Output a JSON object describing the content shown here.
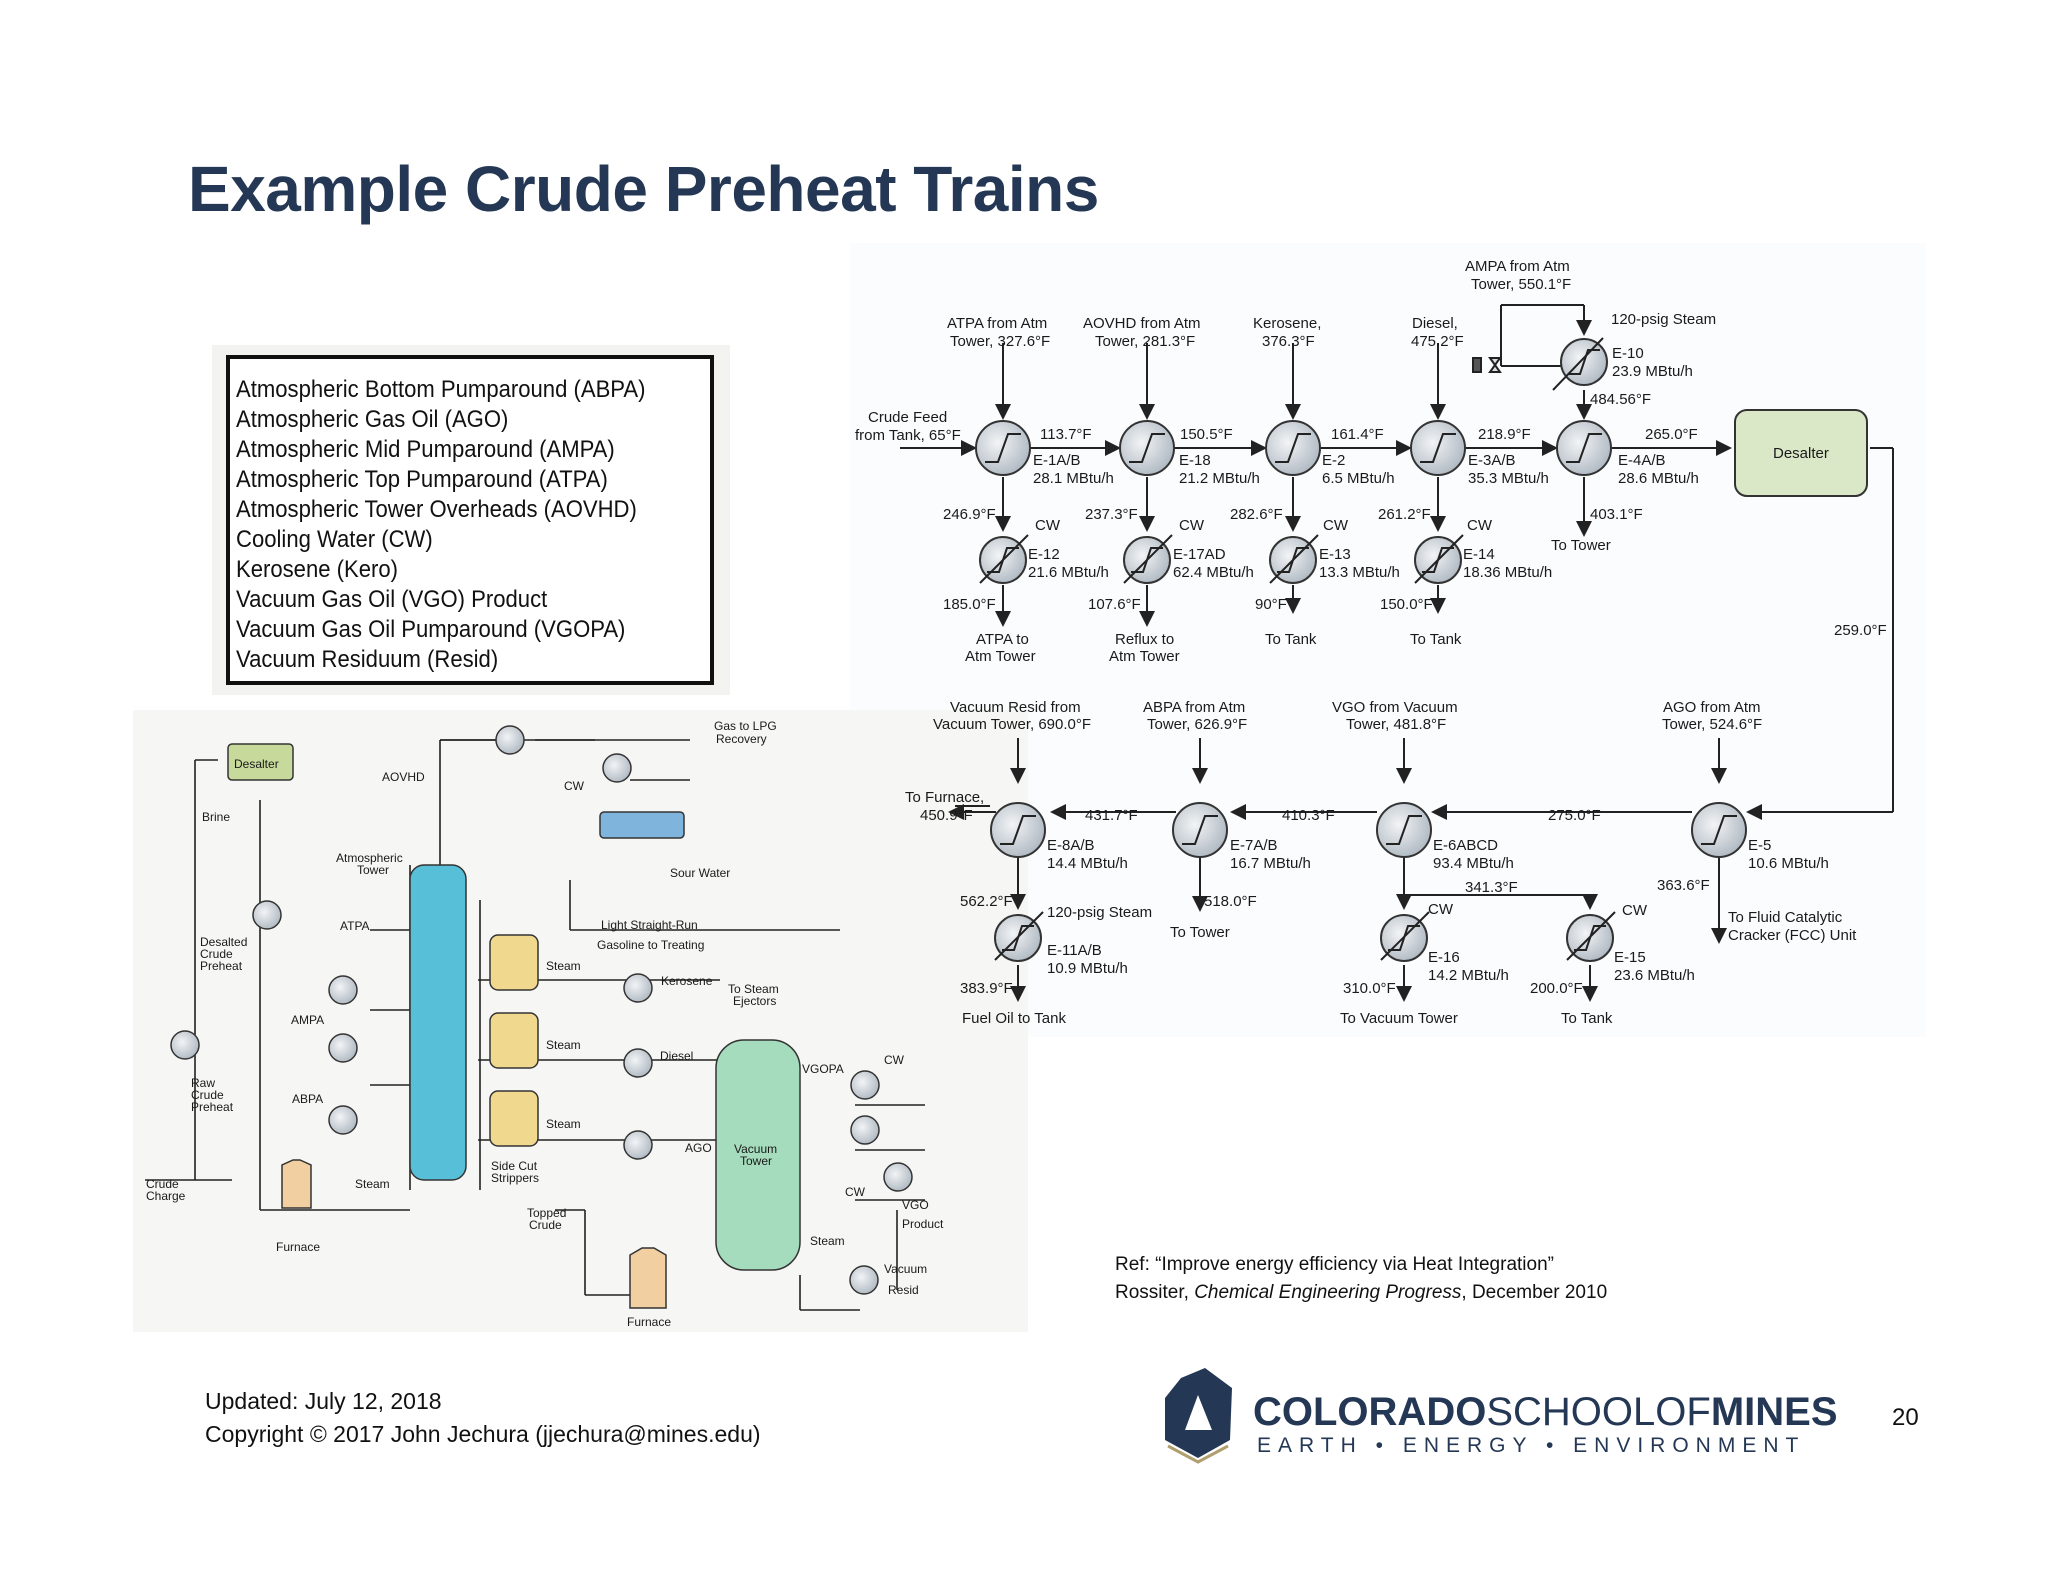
{
  "slide": {
    "title": "Example Crude Preheat Trains",
    "page_number": "20"
  },
  "legend": [
    "Atmospheric Bottom Pumparound (ABPA)",
    "Atmospheric Gas Oil (AGO)",
    "Atmospheric Mid Pumparound (AMPA)",
    "Atmospheric Top Pumparound (ATPA)",
    "Atmospheric Tower Overheads (AOVHD)",
    "Cooling Water (CW)",
    "Kerosene (Kero)",
    "Vacuum Gas Oil (VGO) Product",
    "Vacuum Gas Oil Pumparound (VGOPA)",
    "Vacuum Residuum (Resid)"
  ],
  "main": {
    "streams_top": [
      "ATPA from Atm",
      "Tower, 327.6°F",
      "AOVHD from Atm",
      "Tower, 281.3°F",
      "Kerosene,",
      "376.3°F",
      "Diesel,",
      "475.2°F",
      "AMPA from Atm",
      "Tower, 550.1°F",
      "120-psig Steam"
    ],
    "crude_feed": [
      "Crude Feed",
      "from Tank, 65°F"
    ],
    "exchangers_top": [
      {
        "name": "E-1A/B",
        "duty": "28.1 MBtu/h",
        "out": "113.7°F",
        "bottom": "246.9°F"
      },
      {
        "name": "E-18",
        "duty": "21.2 MBtu/h",
        "out": "150.5°F",
        "bottom": "237.3°F"
      },
      {
        "name": "E-2",
        "duty": "6.5 MBtu/h",
        "out": "161.4°F",
        "bottom": "282.6°F"
      },
      {
        "name": "E-3A/B",
        "duty": "35.3 MBtu/h",
        "out": "218.9°F",
        "bottom": "261.2°F"
      },
      {
        "name": "E-4A/B",
        "duty": "28.6 MBtu/h",
        "out": "265.0°F",
        "bottom": "403.1°F"
      }
    ],
    "e10": {
      "name": "E-10",
      "duty": "23.9 MBtu/h",
      "temp": "484.56°F"
    },
    "desalter": "Desalter",
    "to_tower": "To Tower",
    "coolers_top": [
      {
        "name": "E-12",
        "duty": "21.6 MBtu/h",
        "out": "185.0°F",
        "dest": [
          "ATPA to",
          "Atm Tower"
        ]
      },
      {
        "name": "E-17AD",
        "duty": "62.4 MBtu/h",
        "out": "107.6°F",
        "dest": [
          "Reflux to",
          "Atm Tower"
        ]
      },
      {
        "name": "E-13",
        "duty": "13.3 MBtu/h",
        "out": "90°F",
        "dest": [
          "To Tank"
        ]
      },
      {
        "name": "E-14",
        "duty": "18.36 MBtu/h",
        "out": "150.0°F",
        "dest": [
          "To Tank"
        ]
      }
    ],
    "cw": "CW",
    "temp_259": "259.0°F",
    "streams_bottom": [
      "Vacuum Resid from",
      "Vacuum Tower, 690.0°F",
      "ABPA from Atm",
      "Tower, 626.9°F",
      "VGO from Vacuum",
      "Tower, 481.8°F",
      "AGO from Atm",
      "Tower, 524.6°F"
    ],
    "to_furnace": [
      "To Furnace,",
      "450.9°F"
    ],
    "exchangers_bottom": [
      {
        "name": "E-8A/B",
        "duty": "14.4 MBtu/h",
        "in": "431.7°F",
        "bottom": "562.2°F"
      },
      {
        "name": "E-7A/B",
        "duty": "16.7 MBtu/h",
        "in": "410.3°F",
        "bottom": "518.0°F"
      },
      {
        "name": "E-6ABCD",
        "duty": "93.4 MBtu/h",
        "in": "275.0°F",
        "bottom": "341.3°F"
      },
      {
        "name": "E-5",
        "duty": "10.6 MBtu/h",
        "bottom": "363.6°F"
      }
    ],
    "e11": {
      "name": "E-11A/B",
      "duty": "10.9 MBtu/h",
      "steam": "120-psig Steam",
      "out": "383.9°F",
      "dest": "Fuel Oil to Tank"
    },
    "e16": {
      "name": "E-16",
      "duty": "14.2 MBtu/h",
      "out": "310.0°F",
      "dest": "To Vacuum Tower"
    },
    "e15": {
      "name": "E-15",
      "duty": "23.6 MBtu/h",
      "out": "200.0°F",
      "dest": "To Tank"
    },
    "to_tower_2": "To Tower",
    "to_fcc": [
      "To Fluid Catalytic",
      "Cracker (FCC) Unit"
    ]
  },
  "pfd": {
    "labels": [
      "Desalter",
      "Brine",
      "AOVHD",
      "CW",
      "Gas to LPG",
      "Recovery",
      "Sour Water",
      "Atmospheric",
      "Tower",
      "Light Straight-Run",
      "Gasoline to Treating",
      "ATPA",
      "Desalted",
      "Crude",
      "Preheat",
      "Steam",
      "Kerosene",
      "To Steam",
      "Ejectors",
      "AMPA",
      "Steam",
      "Diesel",
      "VGOPA",
      "CW",
      "Raw",
      "Crude",
      "Preheat",
      "ABPA",
      "Steam",
      "AGO",
      "Vacuum",
      "Tower",
      "Side Cut",
      "Strippers",
      "Crude",
      "Charge",
      "Steam",
      "CW",
      "VGO",
      "Product",
      "Topped",
      "Crude",
      "Furnace",
      "Steam",
      "Vacuum",
      "Resid",
      "Furnace"
    ]
  },
  "reference": {
    "line1": "Ref:  “Improve energy efficiency via Heat Integration”",
    "line2_author": "Rossiter, ",
    "line2_journal": "Chemical Engineering Progress",
    "line2_date": ", December 2010"
  },
  "footer": {
    "updated": "Updated: July 12, 2018",
    "copyright": "Copyright © 2017 John Jechura (jjechura@mines.edu)"
  },
  "logo": {
    "name_bold1": "COLORADO",
    "name_light": "SCHOOLOF",
    "name_bold2": "MINES",
    "tagline": "EARTH • ENERGY • ENVIRONMENT",
    "color": "#243754"
  }
}
